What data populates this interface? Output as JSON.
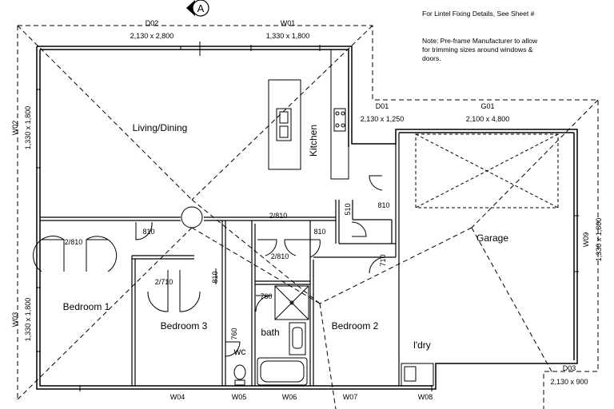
{
  "header": {
    "lintel_note": "For Lintel Fixing Details, See Sheet #",
    "section_marker": "A",
    "preframe_note_lines": [
      "Note: Pre-frame Manufacturer to allow",
      "for trimming sizes around windows &",
      "doors."
    ]
  },
  "openings": {
    "d02": {
      "id": "D02",
      "size": "2,130 x 2,800"
    },
    "w01": {
      "id": "W01",
      "size": "1,330 x 1,800"
    },
    "d01": {
      "id": "D01",
      "size": "2,130 x 1,250"
    },
    "g01": {
      "id": "G01",
      "size": "2,100 x 4,800"
    },
    "w02": {
      "id": "W02",
      "size": "1,330 x 1,800"
    },
    "w03": {
      "id": "W03",
      "size": "1,330 x 1,800"
    },
    "w09": {
      "id": "W09",
      "size": "1,330 x 1,800"
    },
    "d03": {
      "id": "D03",
      "size": "2,130 x 900"
    },
    "w04": {
      "id": "W04"
    },
    "w05": {
      "id": "W05"
    },
    "w06": {
      "id": "W06"
    },
    "w07": {
      "id": "W07"
    },
    "w08": {
      "id": "W08"
    }
  },
  "rooms": {
    "living": "Living/Dining",
    "kitchen": "Kitchen",
    "garage": "Garage",
    "bed1": "Bedroom 1",
    "bed2": "Bedroom 2",
    "bed3": "Bedroom 3",
    "bath": "bath",
    "wc": "wc",
    "laundry": "l'dry"
  },
  "door_sizes": {
    "d810_a": "810",
    "d810_b": "810",
    "d810_c": "810",
    "d510": "510",
    "d2810_a": "2/810",
    "d2810_b": "2/810",
    "d2810_c": "2/810",
    "d2710": "2/710",
    "d810_bed3": "810",
    "d760_a": "760",
    "d760_b": "760",
    "d710": "710"
  },
  "colors": {
    "line": "#000000",
    "background": "#ffffff"
  }
}
